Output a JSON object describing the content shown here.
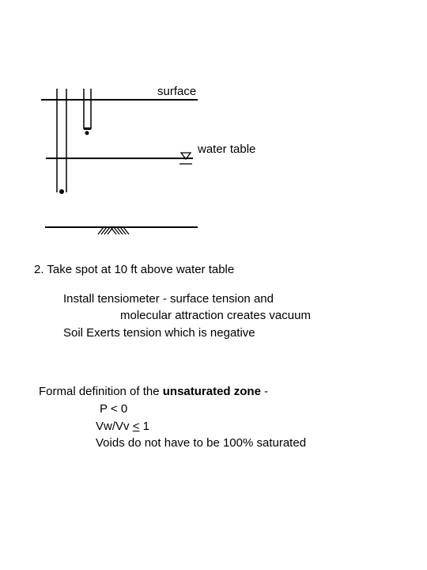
{
  "diagram": {
    "labels": {
      "surface": "surface",
      "water_table": "water table"
    }
  },
  "text": {
    "step": "2. Take spot at 10 ft above water table",
    "install_line1": "Install tensiometer - surface tension and",
    "install_line2": "molecular attraction creates vacuum",
    "soil_line": "Soil Exerts tension which is negative",
    "formal_prefix": "Formal definition of the ",
    "formal_bold": "unsaturated zone",
    "formal_suffix": " -",
    "p_condition": "P < 0",
    "ratio_prefix": "Vw/Vv ",
    "ratio_symbol": "<",
    "ratio_suffix": " 1",
    "voids_line": "Voids do not have to be 100% saturated"
  }
}
